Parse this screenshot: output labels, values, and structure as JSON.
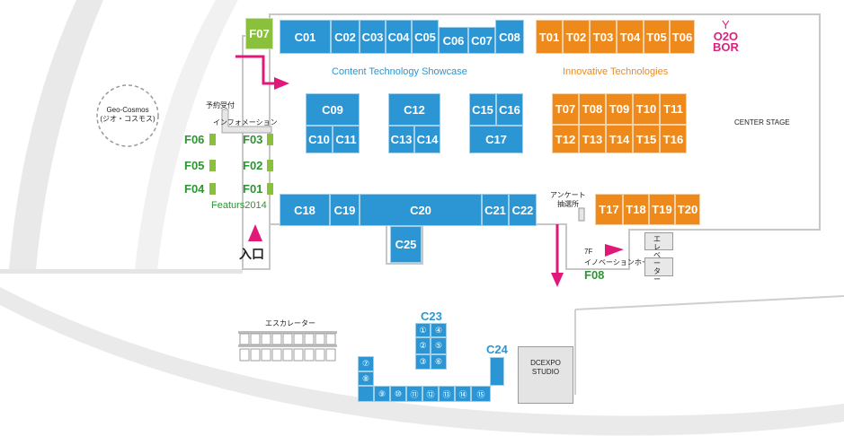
{
  "geo_cosmos": "Geo-Cosmos\n(ジオ・コスモス)",
  "center_stage": "CENTER STAGE",
  "sections": {
    "content": "Content Technology Showcase",
    "innovative": "Innovative Technologies",
    "features": "Featurs2014"
  },
  "labels": {
    "reception": "予約受付",
    "information": "インフォメーション",
    "entrance": "入口",
    "survey_line1": "アンケート",
    "survey_line2": "抽選所",
    "elevator": "エレベーター",
    "escalator": "エスカレーター",
    "floor_7f": "7F",
    "innovation_hall": "イノベーションホール",
    "studio": "DCEXPO\nSTUDIO",
    "c23": "C23",
    "c24": "C24",
    "logo": "O2O\nBOR"
  },
  "booths_c": {
    "C01": "C01",
    "C02": "C02",
    "C03": "C03",
    "C04": "C04",
    "C05": "C05",
    "C06": "C06",
    "C07": "C07",
    "C08": "C08",
    "C09": "C09",
    "C10": "C10",
    "C11": "C11",
    "C12": "C12",
    "C13": "C13",
    "C14": "C14",
    "C15": "C15",
    "C16": "C16",
    "C17": "C17",
    "C18": "C18",
    "C19": "C19",
    "C20": "C20",
    "C21": "C21",
    "C22": "C22",
    "C25": "C25"
  },
  "booths_t": {
    "T01": "T01",
    "T02": "T02",
    "T03": "T03",
    "T04": "T04",
    "T05": "T05",
    "T06": "T06",
    "T07": "T07",
    "T08": "T08",
    "T09": "T09",
    "T10": "T10",
    "T11": "T11",
    "T12": "T12",
    "T13": "T13",
    "T14": "T14",
    "T15": "T15",
    "T16": "T16",
    "T17": "T17",
    "T18": "T18",
    "T19": "T19",
    "T20": "T20"
  },
  "booths_f": {
    "F01": "F01",
    "F02": "F02",
    "F03": "F03",
    "F04": "F04",
    "F05": "F05",
    "F06": "F06",
    "F07": "F07",
    "F08": "F08"
  },
  "small_booths": {
    "s1": "①",
    "s2": "②",
    "s3": "③",
    "s4": "④",
    "s5": "⑤",
    "s6": "⑥",
    "s7": "⑦",
    "s8": "⑧",
    "s9": "⑨",
    "s10": "⑩",
    "s11": "⑪",
    "s12": "⑫",
    "s13": "⑬",
    "s14": "⑭",
    "s15": "⑮"
  },
  "colors": {
    "content_blue": "#2b96d3",
    "innovative_orange": "#ee8a1c",
    "feature_green": "#8ac03c",
    "feature_text_green": "#2e9433",
    "arrow_magenta": "#e0187a"
  }
}
